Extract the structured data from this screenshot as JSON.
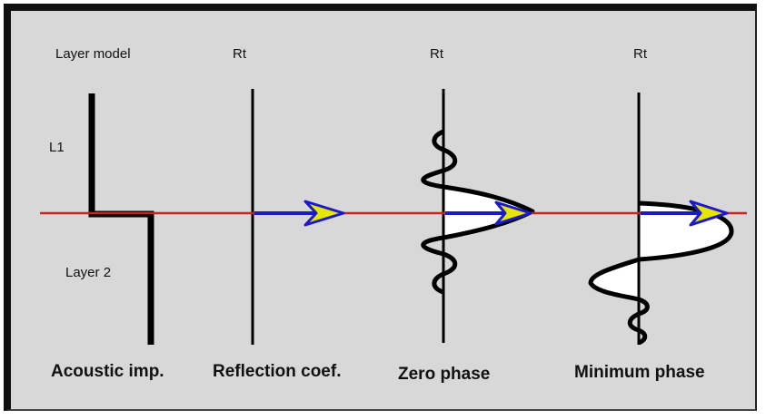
{
  "labels": {
    "layer_model": "Layer model",
    "l1": "L1",
    "layer2": "Layer 2",
    "rt_reflection": "Rt",
    "rt_zero": "Rt",
    "rt_minimum": "Rt"
  },
  "captions": {
    "acoustic": "Acoustic imp.",
    "reflection": "Reflection coef.",
    "zero": "Zero phase",
    "minimum": "Minimum phase"
  },
  "colors": {
    "background": "#d8d8d8",
    "horizon_line": "#cc2222",
    "arrow": "#1a1acc",
    "arrow_head_fill": "#e6e600",
    "trace": "#000000",
    "wavelet_fill": "#ffffff"
  }
}
